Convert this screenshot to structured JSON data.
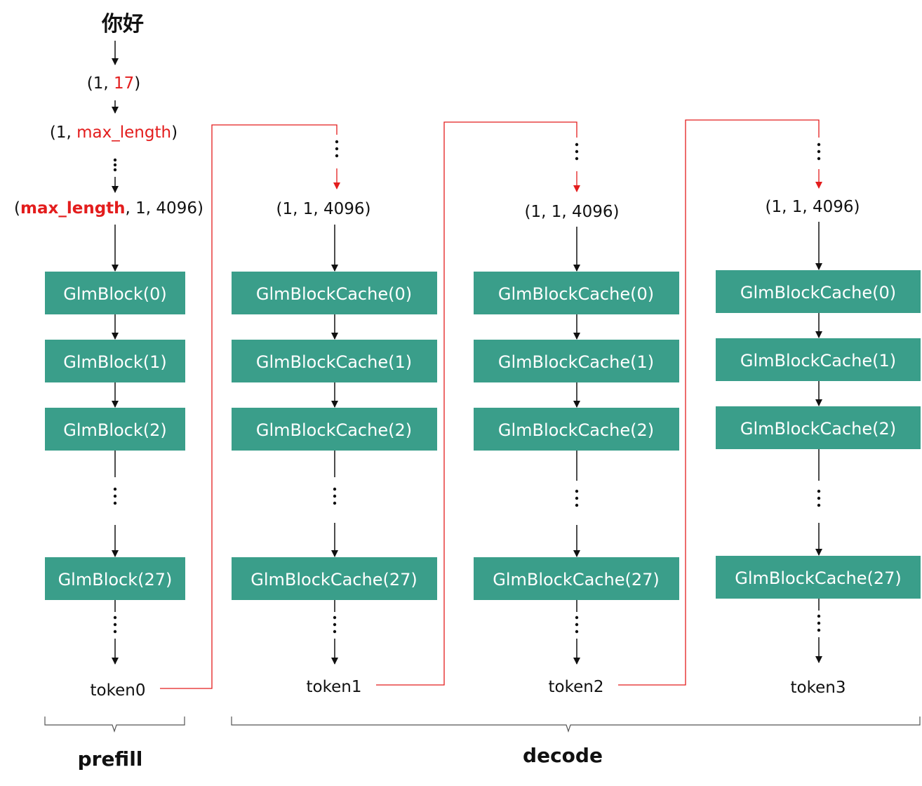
{
  "input": {
    "text": "你好",
    "shape1": {
      "open": "(1, ",
      "value": "17",
      "close": ")"
    },
    "shape2": {
      "open": "(1, ",
      "value": "max_length",
      "close": ")"
    },
    "shape3": {
      "open": "(",
      "value": "max_length",
      "rest": ", 1, 4096)"
    }
  },
  "columns": [
    {
      "shape": "(1, 1, 4096)",
      "blocks": [
        "GlmBlockCache(0)",
        "GlmBlockCache(1)",
        "GlmBlockCache(2)",
        "GlmBlockCache(27)"
      ],
      "token": "token1"
    },
    {
      "shape": "(1, 1, 4096)",
      "blocks": [
        "GlmBlockCache(0)",
        "GlmBlockCache(1)",
        "GlmBlockCache(2)",
        "GlmBlockCache(27)"
      ],
      "token": "token2"
    },
    {
      "shape": "(1, 1, 4096)",
      "blocks": [
        "GlmBlockCache(0)",
        "GlmBlockCache(1)",
        "GlmBlockCache(2)",
        "GlmBlockCache(27)"
      ],
      "token": "token3"
    }
  ],
  "prefill": {
    "blocks": [
      "GlmBlock(0)",
      "GlmBlock(1)",
      "GlmBlock(2)",
      "GlmBlock(27)"
    ],
    "token": "token0"
  },
  "phases": {
    "prefill": "prefill",
    "decode": "decode"
  },
  "colors": {
    "block": "#3a9e8a",
    "accent": "#e31d1d",
    "line": "#111111"
  }
}
